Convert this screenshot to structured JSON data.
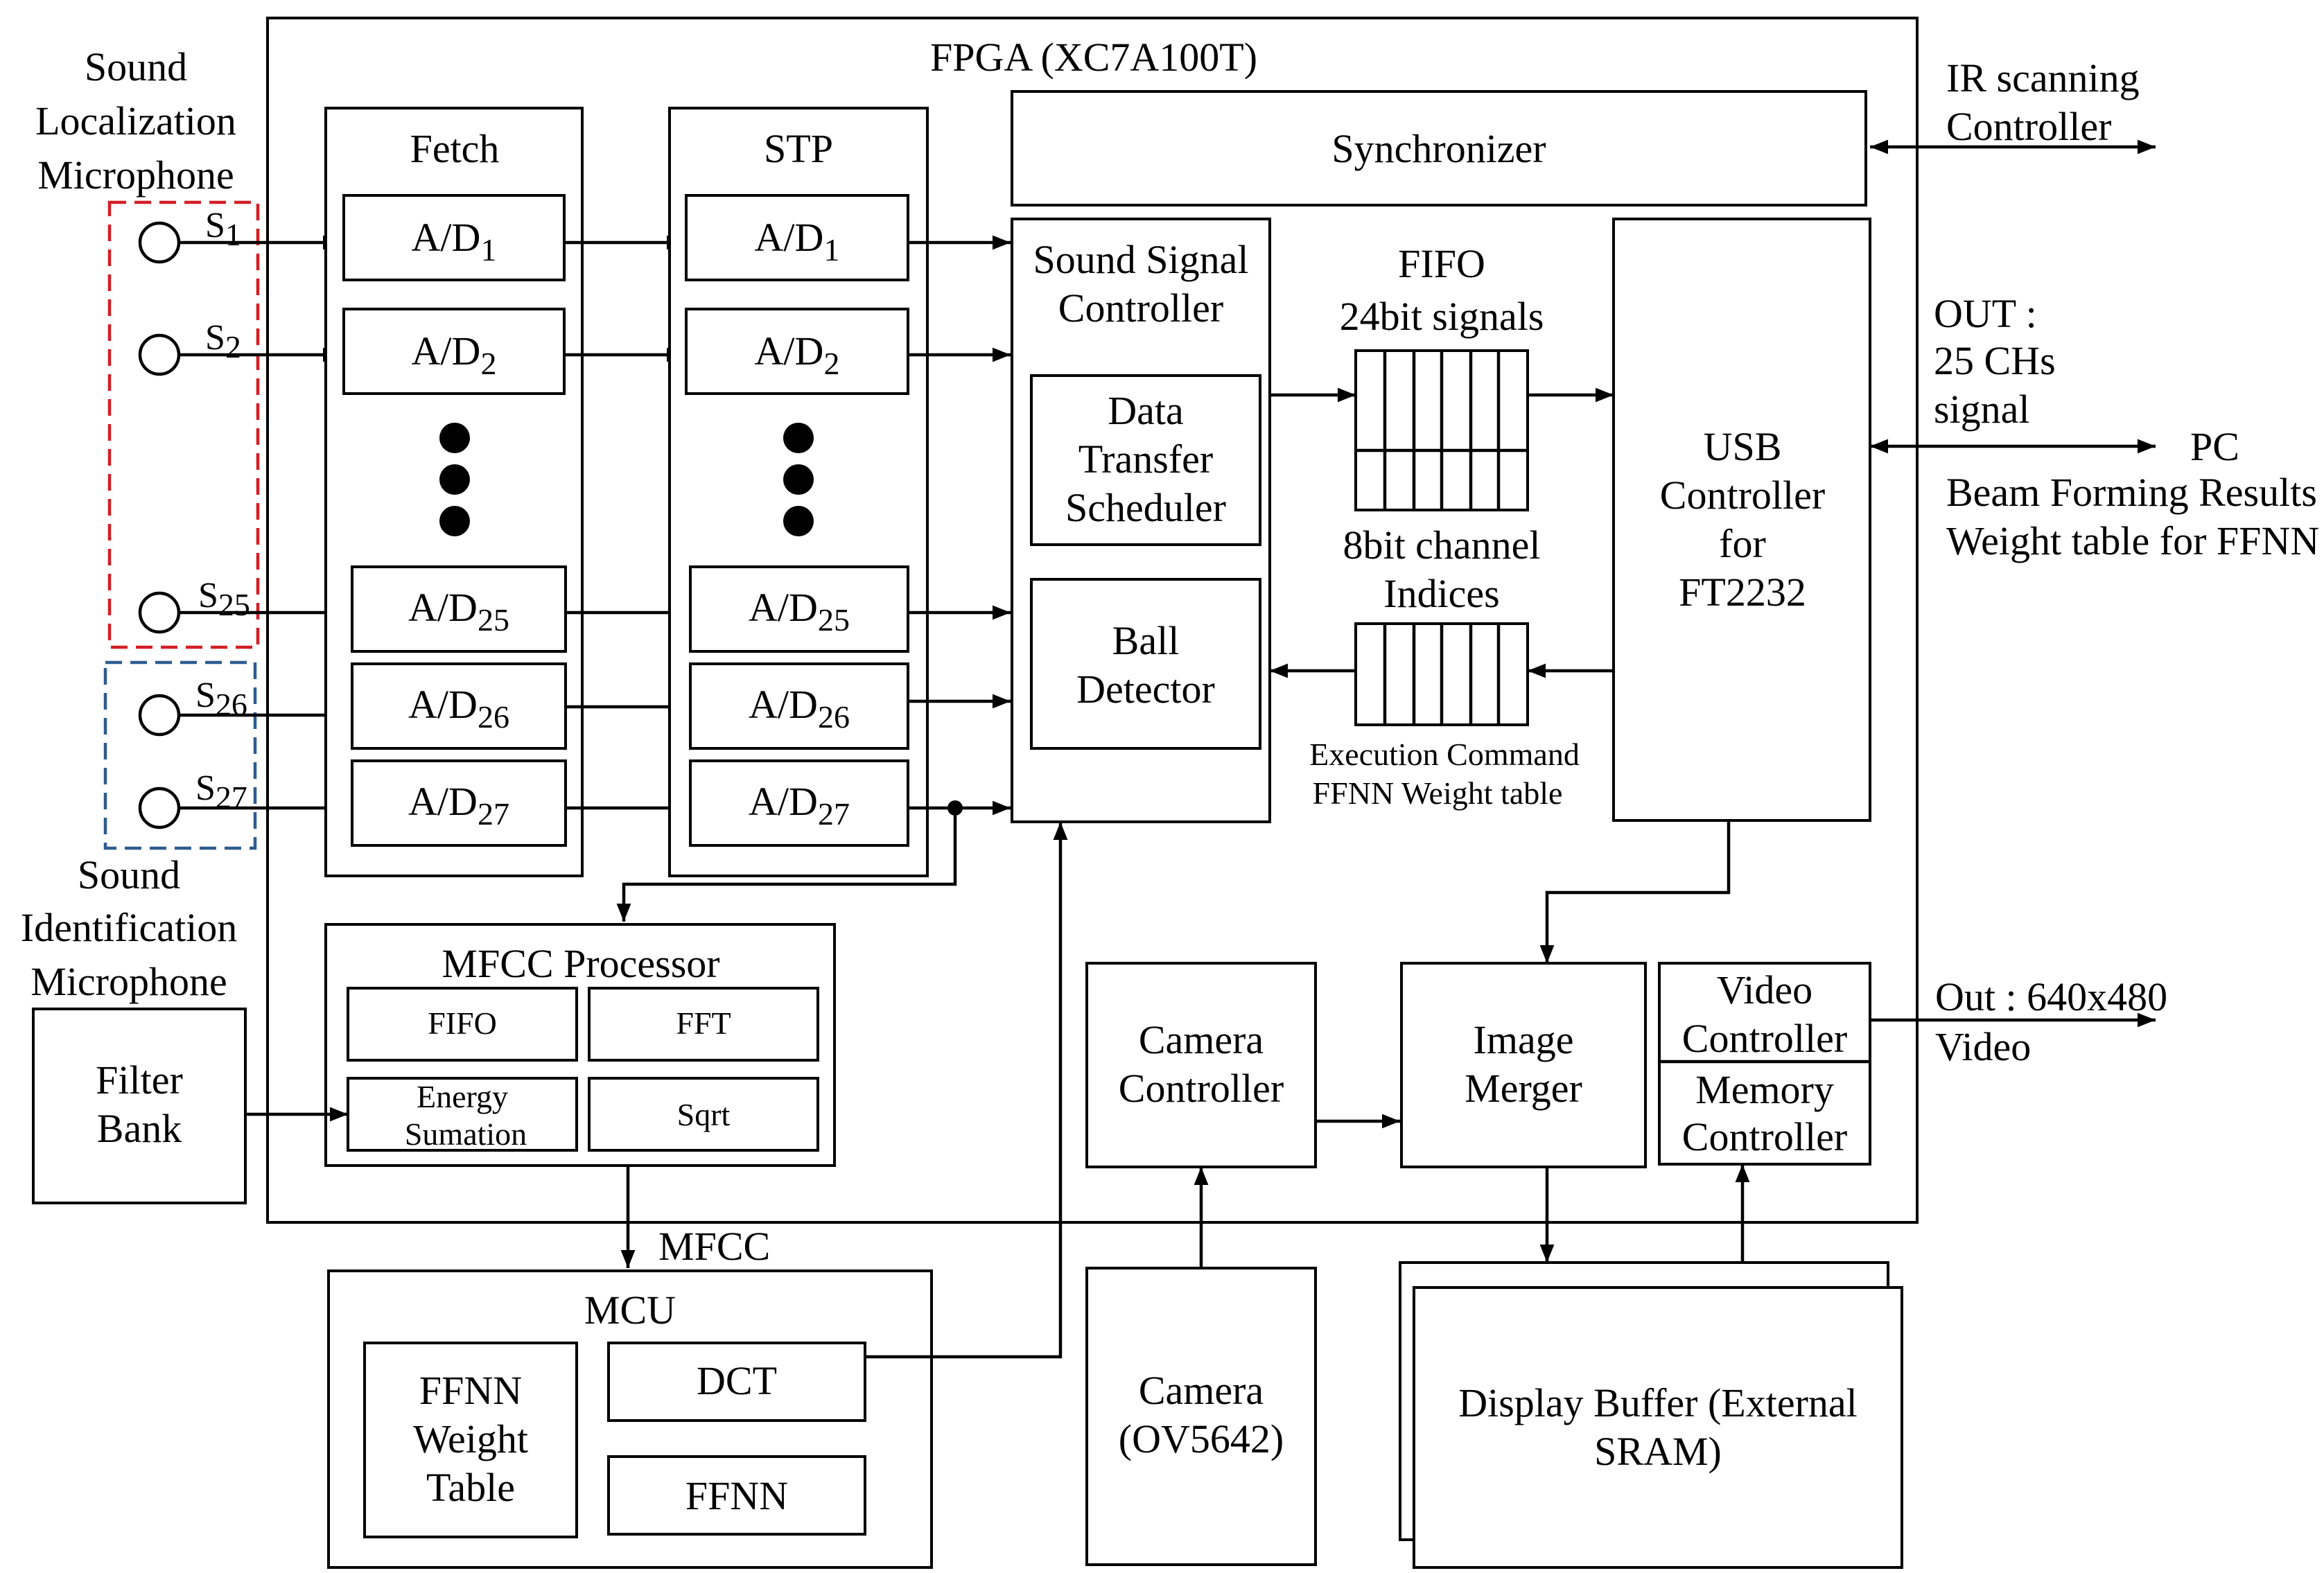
{
  "fpga": {
    "title": "FPGA (XC7A100T)"
  },
  "left": {
    "loc_label": [
      "Sound",
      "Localization",
      "Microphone"
    ],
    "id_label": [
      "Sound",
      "Identification",
      "Microphone"
    ],
    "filter_bank": [
      "Filter",
      "Bank"
    ],
    "signals": [
      {
        "main": "S",
        "sub": "1"
      },
      {
        "main": "S",
        "sub": "2"
      },
      {
        "main": "S",
        "sub": "25"
      },
      {
        "main": "S",
        "sub": "26"
      },
      {
        "main": "S",
        "sub": "27"
      }
    ]
  },
  "fetch": {
    "title": "Fetch",
    "channels": [
      {
        "main": "A/D",
        "sub": "1"
      },
      {
        "main": "A/D",
        "sub": "2"
      },
      {
        "main": "A/D",
        "sub": "25"
      },
      {
        "main": "A/D",
        "sub": "26"
      },
      {
        "main": "A/D",
        "sub": "27"
      }
    ]
  },
  "stp": {
    "title": "STP",
    "channels": [
      {
        "main": "A/D",
        "sub": "1"
      },
      {
        "main": "A/D",
        "sub": "2"
      },
      {
        "main": "A/D",
        "sub": "25"
      },
      {
        "main": "A/D",
        "sub": "26"
      },
      {
        "main": "A/D",
        "sub": "27"
      }
    ]
  },
  "synchronizer": "Synchronizer",
  "ssc": {
    "title": [
      "Sound Signal",
      "Controller"
    ],
    "dts": [
      "Data",
      "Transfer",
      "Scheduler"
    ],
    "ball": [
      "Ball",
      "Detector"
    ]
  },
  "fifo_top": [
    "FIFO",
    "24bit signals"
  ],
  "fifo_bottom": [
    "8bit channel",
    "Indices"
  ],
  "exec_cmd": [
    "Execution Command",
    "FFNN Weight table"
  ],
  "usb": [
    "USB",
    "Controller",
    "for",
    "FT2232"
  ],
  "right": {
    "ir": [
      "IR scanning",
      "Controller"
    ],
    "out_ch": [
      "OUT :",
      "25 CHs",
      "signal"
    ],
    "pc": "PC",
    "beam": [
      "Beam Forming Results",
      "Weight table for FFNN"
    ],
    "video_out": [
      "Out : 640x480",
      "Video"
    ]
  },
  "mfcc_proc": {
    "title": "MFCC Processor",
    "fifo": "FIFO",
    "fft": "FFT",
    "energy": [
      "Energy",
      "Sumation"
    ],
    "sqrt": "Sqrt"
  },
  "mfcc_label": "MFCC",
  "mcu": {
    "title": "MCU",
    "ffnn_table": [
      "FFNN",
      "Weight",
      "Table"
    ],
    "dct": "DCT",
    "ffnn": "FFNN"
  },
  "camera_ctrl": [
    "Camera",
    "Controller"
  ],
  "image_merger": [
    "Image",
    "Merger"
  ],
  "video_ctrl": [
    "Video",
    "Controller"
  ],
  "memory_ctrl": [
    "Memory",
    "Controller"
  ],
  "camera": [
    "Camera",
    "(OV5642)"
  ],
  "display_buffer": [
    "Display Buffer (External",
    "SRAM)"
  ]
}
